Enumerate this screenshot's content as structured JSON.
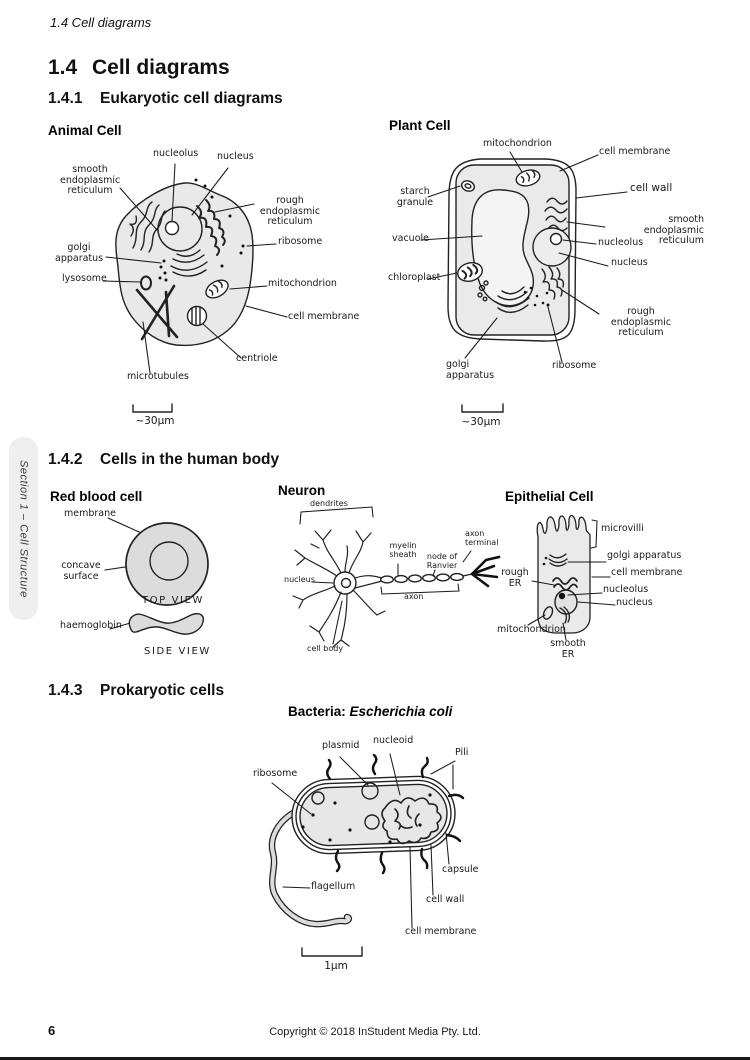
{
  "page": {
    "running_header": "1.4 Cell diagrams",
    "sidebar_tab": "Section 1 – Cell Structure",
    "page_number": "6",
    "copyright": "Copyright © 2018 InStudent Media Pty. Ltd.",
    "colors": {
      "cell_fill": "#e9e9e9",
      "ink": "#1a1a1a",
      "tab_bg": "#efefef"
    }
  },
  "headings": {
    "h1": {
      "num": "1.4",
      "title": "Cell diagrams"
    },
    "s141": {
      "num": "1.4.1",
      "title": "Eukaryotic cell diagrams"
    },
    "s142": {
      "num": "1.4.2",
      "title": "Cells in the human body"
    },
    "s143": {
      "num": "1.4.3",
      "title": "Prokaryotic cells"
    }
  },
  "animal": {
    "title": "Animal Cell",
    "scale": "~30μm",
    "labels": {
      "nucleolus": "nucleolus",
      "nucleus": "nucleus",
      "smooth_er": "smooth\nendoplasmic\nreticulum",
      "rough_er": "rough endoplasmic\nreticulum",
      "golgi": "golgi\napparatus",
      "ribosome": "ribosome",
      "lysosome": "lysosome",
      "mitochondrion": "mitochondrion",
      "cell_membrane": "cell membrane",
      "centriole": "centriole",
      "microtubules": "microtubules"
    }
  },
  "plant": {
    "title": "Plant Cell",
    "scale": "~30μm",
    "labels": {
      "mitochondrion": "mitochondrion",
      "cell_membrane": "cell membrane",
      "cell_wall": "cell wall",
      "starch_granule": "starch\ngranule",
      "smooth_er": "smooth endoplasmic\nreticulum",
      "vacuole": "vacuole",
      "nucleolus": "nucleolus",
      "nucleus": "nucleus",
      "chloroplast": "chloroplast",
      "rough_er": "rough endoplasmic\nreticulum",
      "golgi": "golgi\napparatus",
      "ribosome": "ribosome"
    }
  },
  "rbc": {
    "title": "Red blood cell",
    "labels": {
      "membrane": "membrane",
      "concave_surface": "concave\nsurface",
      "top_view": "TOP VIEW",
      "haemoglobin": "haemoglobin",
      "side_view": "SIDE VIEW"
    }
  },
  "neuron": {
    "title": "Neuron",
    "labels": {
      "dendrites": "dendrites",
      "nucleus": "nucleus",
      "myelin_sheath": "myelin\nsheath",
      "node_of_ranvier": "node of\nRanvier",
      "axon_terminal": "axon\nterminal",
      "axon": "axon",
      "cell_body": "cell body"
    }
  },
  "epithelial": {
    "title": "Epithelial Cell",
    "labels": {
      "microvilli": "microvilli",
      "golgi": "golgi apparatus",
      "cell_membrane": "cell membrane",
      "nucleolus": "nucleolus",
      "nucleus": "nucleus",
      "rough_er": "rough\nER",
      "mitochondrion": "mitochondrion",
      "smooth_er": "smooth\nER"
    }
  },
  "bacteria": {
    "title_prefix": "Bacteria:",
    "title_species": "Escherichia coli",
    "scale": "1μm",
    "labels": {
      "plasmid": "plasmid",
      "nucleoid": "nucleoid",
      "pili": "Pili",
      "ribosome": "ribosome",
      "capsule": "capsule",
      "flagellum": "flagellum",
      "cell_wall": "cell wall",
      "cell_membrane": "cell membrane"
    }
  }
}
